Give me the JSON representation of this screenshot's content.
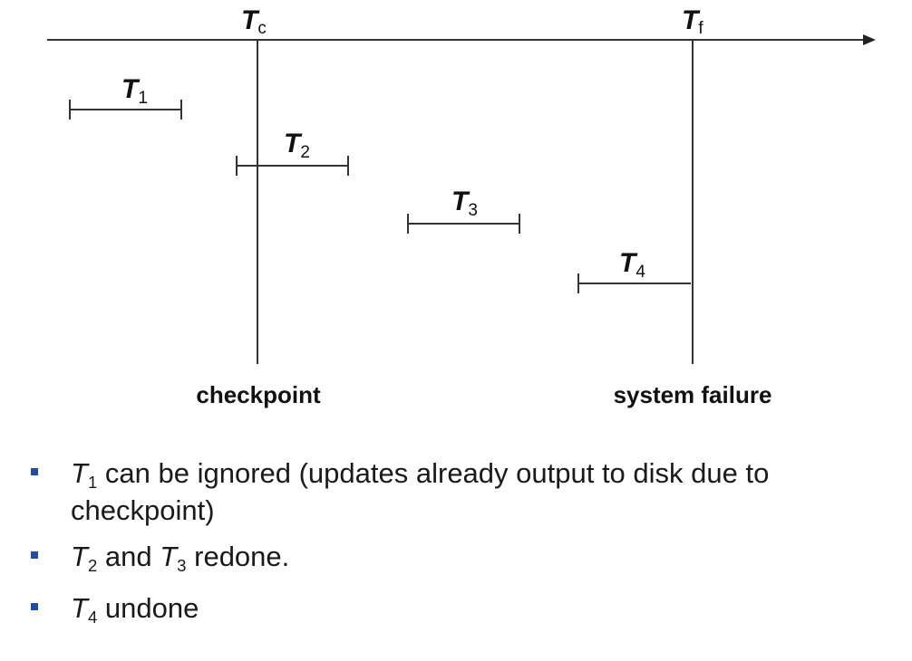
{
  "diagram": {
    "axis": {
      "tc": {
        "main": "T",
        "sub": "c"
      },
      "tf": {
        "main": "T",
        "sub": "f"
      }
    },
    "labels": {
      "checkpoint": "checkpoint",
      "failure": "system failure"
    },
    "transactions": [
      {
        "main": "T",
        "sub": "1"
      },
      {
        "main": "T",
        "sub": "2"
      },
      {
        "main": "T",
        "sub": "3"
      },
      {
        "main": "T",
        "sub": "4"
      }
    ]
  },
  "bullets": [
    {
      "var": "T",
      "sub": "1",
      "text": " can be ignored (updates already output to disk due to checkpoint)"
    },
    {
      "var1": "T",
      "sub1": "2",
      "mid": " and ",
      "var2": "T",
      "sub2": "3",
      "text": " redone."
    },
    {
      "var": "T",
      "sub": "4",
      "text": " undone"
    }
  ],
  "colors": {
    "bullet_marker": "#1f4e9c",
    "line": "#333333"
  }
}
